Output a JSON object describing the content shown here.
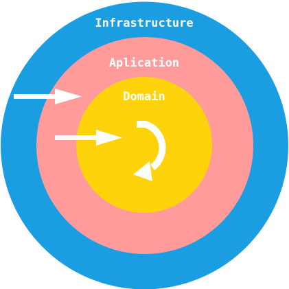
{
  "layers": {
    "outer": {
      "label": "Infrastructure",
      "color": "#1b9de2"
    },
    "middle": {
      "label": "Aplication",
      "color": "#ff9b9b"
    },
    "inner": {
      "label": "Domain",
      "color": "#ffd30c"
    }
  },
  "arrow_color": "#ffffff",
  "icons": {
    "outer_arrow": "arrow-right-icon",
    "inner_arrow": "arrow-right-icon",
    "cycle": "u-turn-arrow-icon"
  }
}
